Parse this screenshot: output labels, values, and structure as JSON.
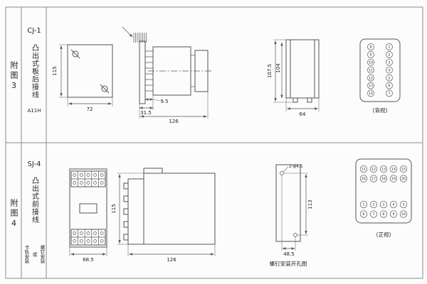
{
  "row1": {
    "side_label": "附图3",
    "title": "CJ-1",
    "subtitle": "凸出式板后接线",
    "model": "A11H",
    "view_label": "(背视)",
    "dims": {
      "height": "115",
      "width": "72",
      "plate": "31.5",
      "pin": "9.5",
      "depth": "126",
      "h_outer": "107.5",
      "h_inner": "104",
      "w_back": "64"
    },
    "terminals": {
      "right": [
        "1",
        "2",
        "3",
        "4",
        "5",
        "6",
        "7"
      ],
      "left": [
        "8",
        "9",
        "10",
        "11",
        "12",
        "13",
        "14"
      ]
    }
  },
  "row2": {
    "side_label": "附图4",
    "title": "SJ-4",
    "subtitle": "凸出式前接线",
    "mount_lines": [
      "卡轨安装",
      "或",
      "螺钉安装"
    ],
    "view_label": "(正视)",
    "hole_caption": "螺钉安装开孔图",
    "dims": {
      "width": "68.5",
      "height": "115",
      "depth": "126",
      "holes": "2-φ4.5",
      "hole_v": "113",
      "hole_h": "48.5"
    },
    "terminals": {
      "top_row1": [
        "11",
        "12",
        "13",
        "14",
        "15"
      ],
      "top_row2": [
        "16",
        "17",
        "18",
        "19",
        "20"
      ],
      "bottom_row1": [
        "1",
        "2",
        "3",
        "4",
        "5"
      ],
      "bottom_row2": [
        "6",
        "7",
        "8",
        "9",
        "10"
      ]
    }
  }
}
